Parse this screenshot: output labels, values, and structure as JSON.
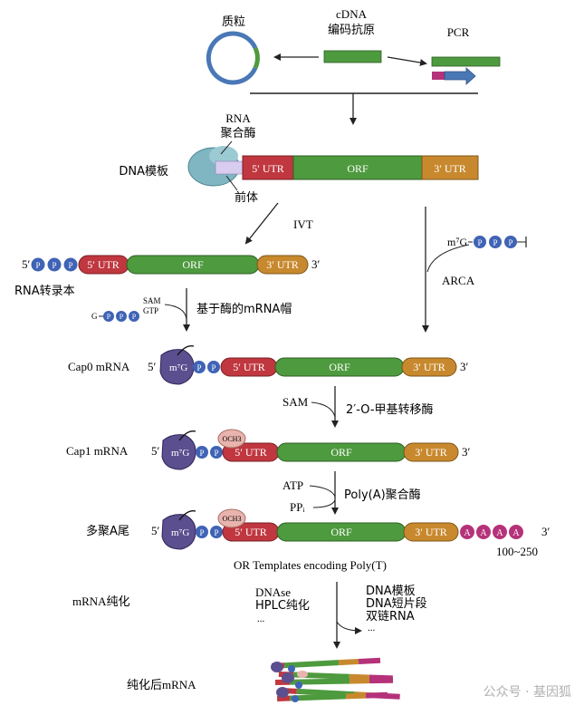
{
  "top": {
    "plasmid_label": "质粒",
    "cdna_label_1": "cDNA",
    "cdna_label_2": "编码抗原",
    "pcr_label": "PCR"
  },
  "template": {
    "rna_pol_1": "RNA",
    "rna_pol_2": "聚合酶",
    "dna_template": "DNA模板",
    "precursor": "前体",
    "utr5": "5′ UTR",
    "orf": "ORF",
    "utr3": "3′ UTR"
  },
  "ivt": {
    "ivt_label": "IVT",
    "arca_label": "ARCA",
    "arca_cap": "m⁷G"
  },
  "transcript": {
    "label": "RNA转录本",
    "five": "5′",
    "three": "3′",
    "p": "P",
    "g": "G",
    "sam": "SAM",
    "gtp": "GTP",
    "enzyme_cap": "基于酶的mRNA帽"
  },
  "cap0": {
    "label": "Cap0 mRNA",
    "cap": "m⁷G",
    "sam": "SAM",
    "enzyme": "2′-O-甲基转移酶"
  },
  "cap1": {
    "label": "Cap1 mRNA",
    "och3": "OCH3",
    "atp": "ATP",
    "ppi": "PPᵢ",
    "polya_enzyme": "Poly(A)聚合酶"
  },
  "polya": {
    "label": "多聚A尾",
    "a": "A",
    "range": "100~250",
    "alt": "OR Templates encoding Poly(T)"
  },
  "purification": {
    "label": "mRNA纯化",
    "left_1": "DNAse",
    "left_2": "HPLC纯化",
    "left_3": "...",
    "right_1": "DNA模板",
    "right_2": "DNA短片段",
    "right_3": "双链RNA",
    "right_4": "..."
  },
  "final": {
    "label": "纯化后mRNA"
  },
  "watermark": "公众号 · 基因狐",
  "colors": {
    "utr5": "#c0373f",
    "orf": "#4e9a3e",
    "utr3": "#c8892e",
    "phosphate": "#3f63b5",
    "cap_protein": "#5c4f8f",
    "och3": "#e8b4ad",
    "polya": "#b5327a",
    "polymerase": "#7fb6c2",
    "plasmid": "#4a78b6"
  }
}
